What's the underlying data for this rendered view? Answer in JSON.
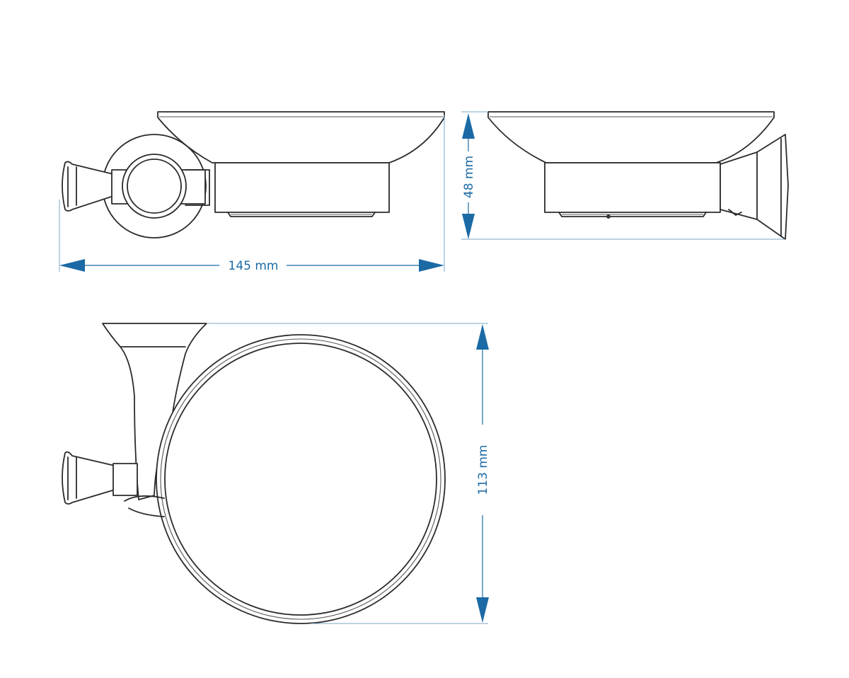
{
  "dimensions": {
    "width": "145 mm",
    "height": "48 mm",
    "depth": "113 mm"
  },
  "colors": {
    "dimension": "#1b6aa5",
    "line": "#2b2b2b",
    "background": "#ffffff"
  }
}
